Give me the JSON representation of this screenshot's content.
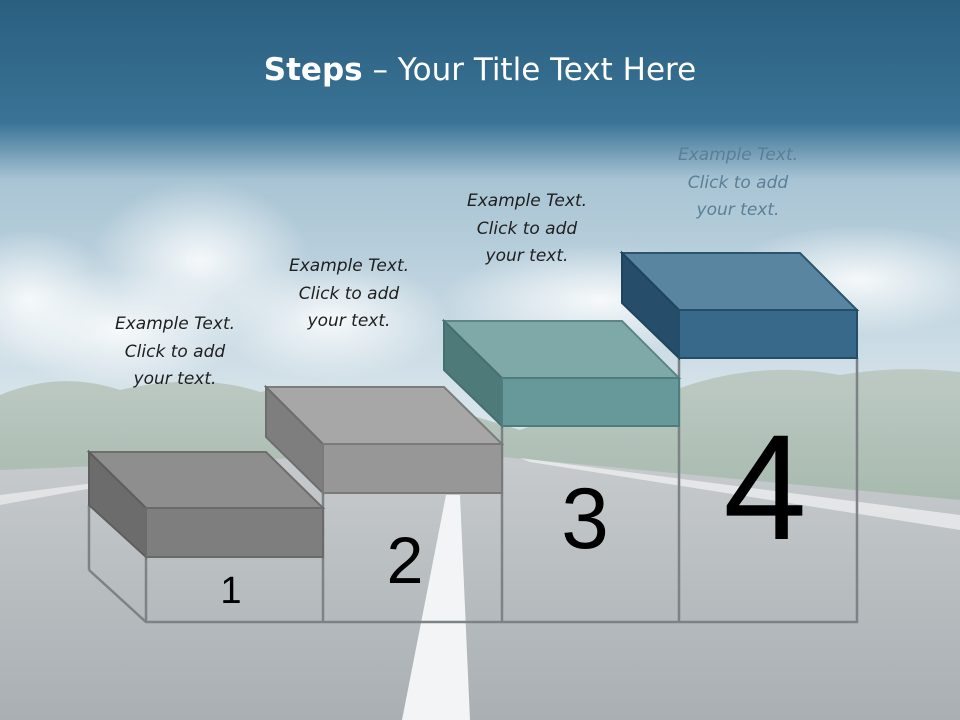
{
  "title": {
    "bold": "Steps",
    "rest": " – Your Title Text Here"
  },
  "steps": [
    {
      "number": "1",
      "text": [
        "Example Text.",
        "Click  to add",
        "your text."
      ],
      "color": "#8a8a8a"
    },
    {
      "number": "2",
      "text": [
        "Example Text.",
        "Click  to add",
        "your text."
      ],
      "color": "#a0a0a0"
    },
    {
      "number": "3",
      "text": [
        "Example Text.",
        "Click  to add",
        "your text."
      ],
      "color": "#6e9e9b"
    },
    {
      "number": "4",
      "text": [
        "Example Text.",
        "Click  to add",
        "your text."
      ],
      "color": "#3a6e8f"
    }
  ],
  "colors": {
    "header": "#2f6888",
    "sky": "#bcd3df",
    "road": "#b2b7ba",
    "lane": "#ffffff"
  }
}
